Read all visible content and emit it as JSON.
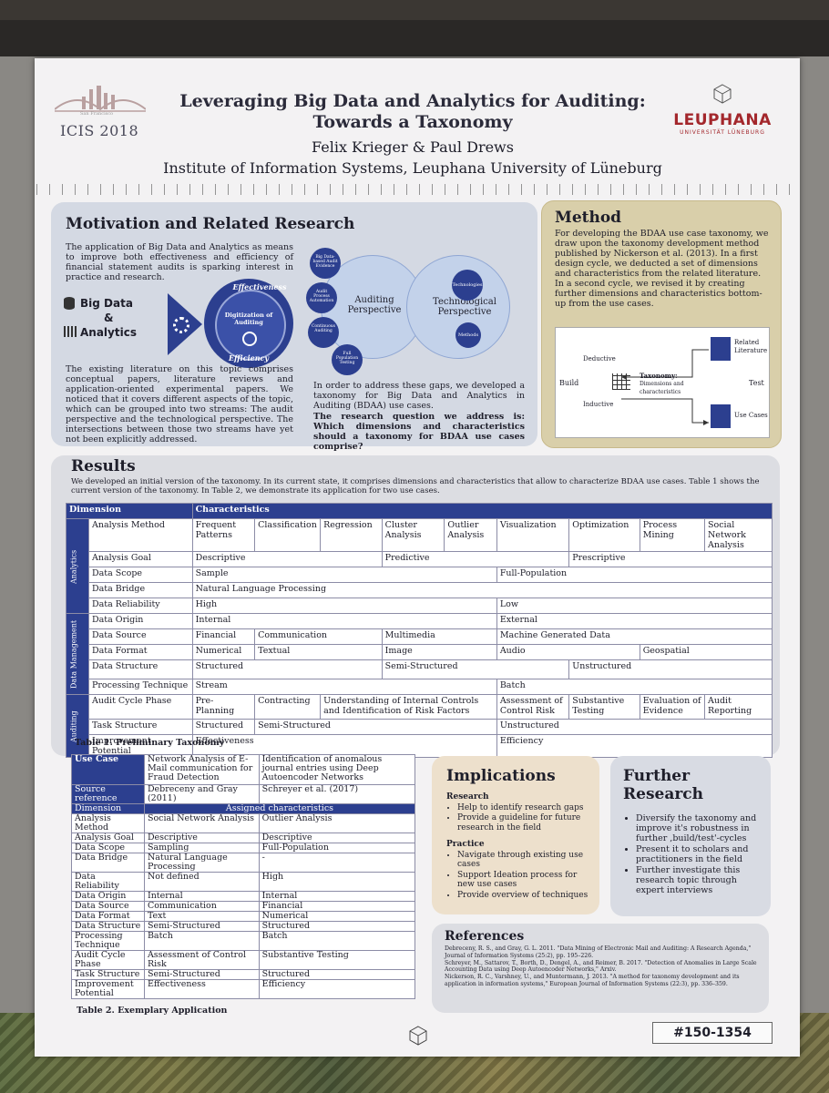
{
  "header": {
    "conference": "ICIS 2018",
    "skyline_caption": "San Francisco",
    "title_line1": "Leveraging Big Data and Analytics for Auditing:",
    "title_line2": "Towards a Taxonomy",
    "authors": "Felix Krieger & Paul Drews",
    "institute": "Institute of Information Systems, Leuphana University of Lüneburg",
    "logo_name": "LEUPHANA",
    "logo_sub": "UNIVERSITÄT LÜNEBURG"
  },
  "motivation": {
    "heading": "Motivation and Related Research",
    "p1": "The application of Big Data and Analytics as means to improve both effectiveness and efficiency of financial statement audits is sparking interest in practice and research.",
    "bigdata": "Big Data",
    "amp": "&",
    "analytics": "Analytics",
    "effectiveness": "Effectiveness",
    "digitization": "Digitization of Auditing",
    "efficiency": "Efficiency",
    "p2": "The existing literature on this topic comprises conceptual papers, literature reviews and application-oriented experimental papers. We noticed that it covers different aspects of the topic, which can be grouped into two streams: The audit perspective and the technological perspective. The intersections between those two streams have yet not been explicitly addressed.",
    "auditing_perspective": "Auditing Perspective",
    "technological_perspective": "Technological Perspective",
    "small_circles": [
      "Big Data-based Audit Evidence",
      "Audit Process Automation",
      "Continuous Auditing",
      "Full Population Testing"
    ],
    "tech_circles": [
      "Technologies",
      "Methods"
    ],
    "p3": "In order to address these gaps, we developed a taxonomy for Big Data and Analytics in Auditing (BDAA) use cases.",
    "p4": "The research question we address is: Which dimensions and characteristics should a taxonomy for BDAA use cases comprise?"
  },
  "method": {
    "heading": "Method",
    "text": "For developing the BDAA use case taxonomy, we draw upon the taxonomy development method published by Nickerson et al. (2013). In a first design cycle, we deducted a set of dimensions and characteristics from the related literature. In a second cycle, we revised it by creating further dimensions and characteristics bottom-up from the use cases.",
    "deductive": "Deductive",
    "inductive": "Inductive",
    "build": "Build",
    "test": "Test",
    "related_literature": "Related Literature",
    "taxonomy": "Taxonomy:",
    "taxonomy_sub": "Dimensions and characteristics",
    "use_cases": "Use Cases"
  },
  "results": {
    "heading": "Results",
    "intro": "We developed an initial version of the taxonomy. In its current state, it comprises dimensions and characteristics that allow to characterize BDAA use cases. Table 1 shows the current version of the taxonomy. In Table 2, we demonstrate its application for two use cases.",
    "col_dimension": "Dimension",
    "col_characteristics": "Characteristics",
    "group_analytics": "Analytics",
    "group_data": "Data Management",
    "group_auditing": "Auditing",
    "rows": [
      {
        "dim": "Analysis Method",
        "cells": [
          "Frequent Patterns",
          "Classification",
          "Regression",
          "Cluster Analysis",
          "Outlier Analysis",
          "Visualization",
          "Optimization",
          "Process Mining",
          "Social Network Analysis"
        ]
      },
      {
        "dim": "Analysis Goal",
        "cells": [
          "Descriptive",
          "Predictive",
          "Prescriptive"
        ]
      },
      {
        "dim": "Data Scope",
        "cells": [
          "Sample",
          "Full-Population"
        ]
      },
      {
        "dim": "Data Bridge",
        "cells": [
          "Natural Language Processing"
        ]
      },
      {
        "dim": "Data Reliability",
        "cells": [
          "High",
          "Low"
        ]
      },
      {
        "dim": "Data Origin",
        "cells": [
          "Internal",
          "External"
        ]
      },
      {
        "dim": "Data Source",
        "cells": [
          "Financial",
          "Communication",
          "Multimedia",
          "Machine Generated Data"
        ]
      },
      {
        "dim": "Data Format",
        "cells": [
          "Numerical",
          "Textual",
          "Image",
          "Audio",
          "Geospatial"
        ]
      },
      {
        "dim": "Data Structure",
        "cells": [
          "Structured",
          "Semi-Structured",
          "Unstructured"
        ]
      },
      {
        "dim": "Processing Technique",
        "cells": [
          "Stream",
          "Batch"
        ]
      },
      {
        "dim": "Audit Cycle Phase",
        "cells": [
          "Pre-Planning",
          "Contracting",
          "Understanding of Internal Controls and Identification of Risk Factors",
          "Assessment of Control Risk",
          "Substantive Testing",
          "Evaluation of Evidence",
          "Audit Reporting"
        ]
      },
      {
        "dim": "Task Structure",
        "cells": [
          "Structured",
          "Semi-Structured",
          "Unstructured"
        ]
      },
      {
        "dim": "Improvement Potential",
        "cells": [
          "Effectiveness",
          "Efficiency"
        ]
      }
    ],
    "caption": "Table 1. Preliminary Taxonomy"
  },
  "table2": {
    "use_case_label": "Use Case",
    "uc1": "Network Analysis of E-Mail communication for Fraud Detection",
    "uc2": "Identification of anomalous journal entries using Deep Autoencoder Networks",
    "source_label": "Source reference",
    "src1": "Debreceny and Gray (2011)",
    "src2": "Schreyer et al. (2017)",
    "dimension_label": "Dimension",
    "assigned_label": "Assigned characteristics",
    "rows": [
      {
        "dim": "Analysis Method",
        "a": "Social Network Analysis",
        "b": "Outlier Analysis"
      },
      {
        "dim": "Analysis Goal",
        "a": "Descriptive",
        "b": "Descriptive"
      },
      {
        "dim": "Data Scope",
        "a": "Sampling",
        "b": "Full-Population"
      },
      {
        "dim": "Data Bridge",
        "a": "Natural Language Processing",
        "b": "-"
      },
      {
        "dim": "Data Reliability",
        "a": "Not defined",
        "b": "High"
      },
      {
        "dim": "Data Origin",
        "a": "Internal",
        "b": "Internal"
      },
      {
        "dim": "Data Source",
        "a": "Communication",
        "b": "Financial"
      },
      {
        "dim": "Data Format",
        "a": "Text",
        "b": "Numerical"
      },
      {
        "dim": "Data Structure",
        "a": "Semi-Structured",
        "b": "Structured"
      },
      {
        "dim": "Processing Technique",
        "a": "Batch",
        "b": "Batch"
      },
      {
        "dim": "Audit Cycle Phase",
        "a": "Assessment of Control Risk",
        "b": "Substantive Testing"
      },
      {
        "dim": "Task Structure",
        "a": "Semi-Structured",
        "b": "Structured"
      },
      {
        "dim": "Improvement Potential",
        "a": "Effectiveness",
        "b": "Efficiency"
      }
    ],
    "caption": "Table 2. Exemplary Application"
  },
  "implications": {
    "heading": "Implications",
    "research_label": "Research",
    "research": [
      "Help to identify research gaps",
      "Provide a guideline for future research in the field"
    ],
    "practice_label": "Practice",
    "practice": [
      "Navigate through existing use cases",
      "Support Ideation process for new use cases",
      "Provide overview of techniques"
    ]
  },
  "further": {
    "heading_line1": "Further",
    "heading_line2": "Research",
    "items": [
      "Diversify the taxonomy and improve it's robustness in further ,build/test'-cycles",
      "Present it to scholars and practitioners in the field",
      "Further investigate this research topic through expert interviews"
    ]
  },
  "references": {
    "heading": "References",
    "items": [
      "Debreceny, R. S., and Gray, G. L. 2011. \"Data Mining of Electronic Mail and Auditing: A Research Agenda,\" Journal of Information Systems (25:2), pp. 195–226.",
      "Schreyer, M., Sattarov, T., Borth, D., Dengel, A., and Reimer, B. 2017. \"Detection of Anomalies in Large Scale Accounting Data using Deep Autoencoder Networks,\" Arxiv.",
      "Nickerson, R. C., Varshney, U., and Muntermann, J. 2013. \"A method for taxonomy development and its application in information systems,\" European Journal of Information Systems (22:3), pp. 336–359."
    ]
  },
  "badge": "#150-1354",
  "colors": {
    "navy": "#2c3f8f",
    "accent_red": "#a3272c",
    "method_bg": "#d9cfaa"
  }
}
